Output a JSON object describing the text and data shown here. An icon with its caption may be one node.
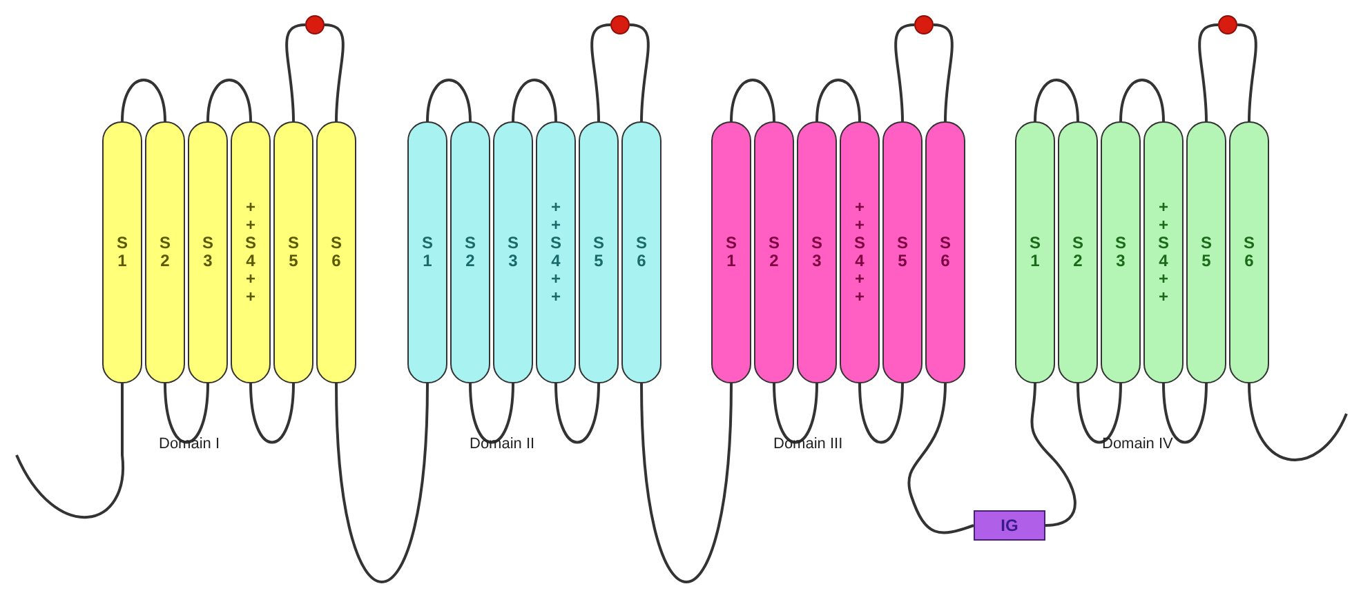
{
  "diagram": {
    "nodes": [
      {
        "text": [
          "S 1"
        ]
      },
      {
        "text": [
          "S 2"
        ]
      },
      {
        "text": [
          "S 3"
        ]
      },
      {
        "text": [
          "+ + S 4 + +"
        ]
      },
      {
        "text": [
          "S 5"
        ]
      },
      {
        "text": [
          "S 6"
        ]
      },
      {
        "text": [],
        "shape": "circle"
      },
      {
        "text": [
          "S 1"
        ]
      },
      {
        "text": [
          "S 2"
        ]
      },
      {
        "text": [
          "S 3"
        ]
      },
      {
        "text": [
          "+ + S 4 + +"
        ]
      },
      {
        "text": [
          "S 5"
        ]
      },
      {
        "text": [
          "S 6"
        ]
      },
      {
        "text": [],
        "shape": "circle"
      },
      {
        "text": [
          "S 1"
        ]
      },
      {
        "text": [
          "S 2"
        ]
      },
      {
        "text": [
          "S 3"
        ]
      },
      {
        "text": [
          "+ + S 4 + +"
        ]
      },
      {
        "text": [
          "S 5"
        ]
      },
      {
        "text": [
          "S 6"
        ]
      },
      {
        "text": [],
        "shape": "circle"
      },
      {
        "text": [
          "S 1"
        ]
      },
      {
        "text": [
          "S 2"
        ]
      },
      {
        "text": [
          "S 3"
        ]
      },
      {
        "text": [
          "+ + S 4 + +"
        ]
      },
      {
        "text": [
          "S 5"
        ]
      },
      {
        "text": [
          "S 6"
        ]
      },
      {
        "text": [],
        "shape": "circle"
      },
      {
        "text": [
          "IG"
        ]
      }
    ],
    "edges": [
      {
        "from": null,
        "to": 0,
        "arrow": "none"
      },
      {
        "from": 0,
        "to": 1,
        "arrow": "none"
      },
      {
        "from": 1,
        "to": 2,
        "arrow": "none"
      },
      {
        "from": 2,
        "to": 3,
        "arrow": "none"
      },
      {
        "from": 3,
        "to": 4,
        "arrow": "none"
      },
      {
        "from": 4,
        "to": 6,
        "arrow": "none"
      },
      {
        "from": 6,
        "to": 5,
        "arrow": "none"
      },
      {
        "from": 5,
        "to": 7,
        "arrow": "none"
      },
      {
        "from": 7,
        "to": 8,
        "arrow": "none"
      },
      {
        "from": 8,
        "to": 9,
        "arrow": "none"
      },
      {
        "from": 9,
        "to": 10,
        "arrow": "none"
      },
      {
        "from": 10,
        "to": 11,
        "arrow": "none"
      },
      {
        "from": 11,
        "to": 13,
        "arrow": "none"
      },
      {
        "from": 13,
        "to": 12,
        "arrow": "none"
      },
      {
        "from": 12,
        "to": 14,
        "arrow": "none"
      },
      {
        "from": 14,
        "to": 15,
        "arrow": "none"
      },
      {
        "from": 15,
        "to": 16,
        "arrow": "none"
      },
      {
        "from": 16,
        "to": 17,
        "arrow": "none"
      },
      {
        "from": 17,
        "to": 18,
        "arrow": "none"
      },
      {
        "from": 18,
        "to": 20,
        "arrow": "none"
      },
      {
        "from": 20,
        "to": 19,
        "arrow": "none"
      },
      {
        "from": 19,
        "to": 28,
        "arrow": "none"
      },
      {
        "from": 28,
        "to": 21,
        "arrow": "none"
      },
      {
        "from": 21,
        "to": 22,
        "arrow": "none"
      },
      {
        "from": 22,
        "to": 23,
        "arrow": "none"
      },
      {
        "from": 23,
        "to": 24,
        "arrow": "none"
      },
      {
        "from": 24,
        "to": 25,
        "arrow": "none"
      },
      {
        "from": 25,
        "to": 27,
        "arrow": "none"
      },
      {
        "from": 27,
        "to": 26,
        "arrow": "none"
      },
      {
        "from": 26,
        "to": null,
        "arrow": "none"
      }
    ],
    "labels": [
      "Domain I",
      "Domain II",
      "Domain III",
      "Domain IV"
    ]
  }
}
